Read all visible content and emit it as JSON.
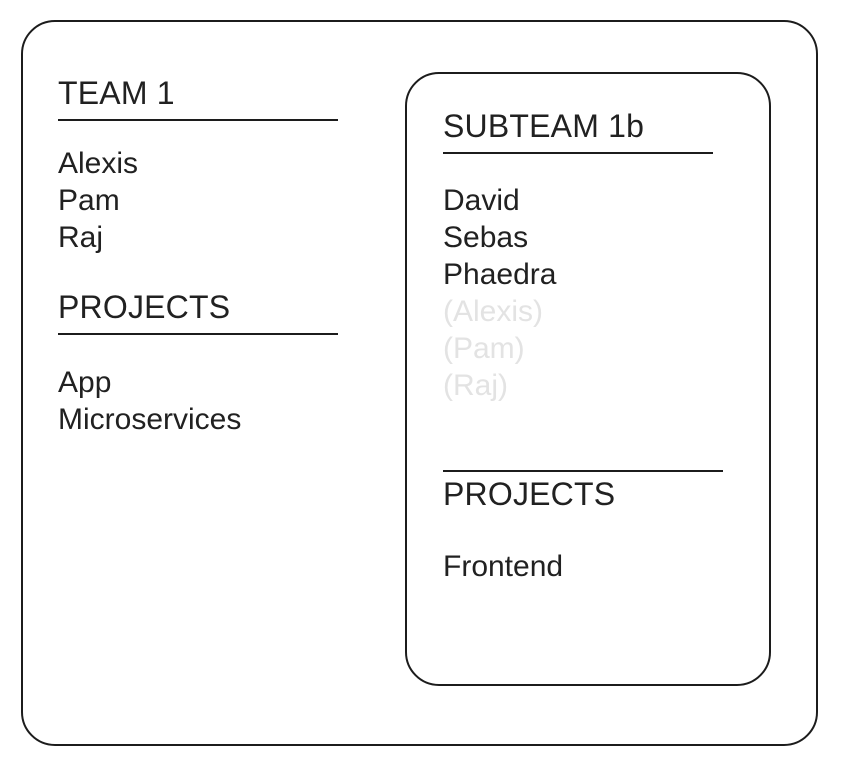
{
  "diagram": {
    "type": "nested-team-membership-diagram",
    "background_color": "#ffffff",
    "stroke_color": "#1c1c1c",
    "text_color": "#212121",
    "inherited_text_color": "#e3e3e3",
    "team": {
      "title": "TEAM 1",
      "members_section": {
        "members": [
          {
            "name": "Alexis",
            "inherited": false
          },
          {
            "name": "Pam",
            "inherited": false
          },
          {
            "name": "Raj",
            "inherited": false
          }
        ]
      },
      "projects_section": {
        "title": "PROJECTS",
        "rule_position": "below",
        "projects": [
          {
            "name": "App"
          },
          {
            "name": "Microservices"
          }
        ]
      }
    },
    "subteam": {
      "title": "SUBTEAM 1b",
      "members_section": {
        "members": [
          {
            "name": "David",
            "inherited": false
          },
          {
            "name": "Sebas",
            "inherited": false
          },
          {
            "name": "Phaedra",
            "inherited": false
          },
          {
            "name": "(Alexis)",
            "inherited": true
          },
          {
            "name": "(Pam)",
            "inherited": true
          },
          {
            "name": "(Raj)",
            "inherited": true
          }
        ]
      },
      "projects_section": {
        "title": "PROJECTS",
        "rule_position": "above",
        "projects": [
          {
            "name": "Frontend"
          }
        ]
      }
    }
  }
}
